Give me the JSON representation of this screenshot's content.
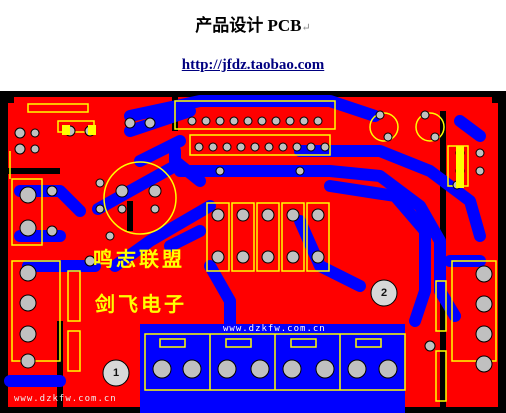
{
  "header": {
    "title": "产品设计 PCB",
    "return_mark": "↵",
    "shop_url": "http://jfdz.taobao.com"
  },
  "board": {
    "silk_line1": "鸣志联盟",
    "silk_line2": "剑飞电子",
    "watermark_center": "www.dzkfw.com.cn",
    "watermark_corner": "www.dzkfw.com.cn",
    "pad1_label": "1",
    "pad2_label": "2"
  },
  "colors": {
    "copper_top": "#ff0000",
    "copper_bottom": "#0000ff",
    "silkscreen": "#ffff00",
    "pad": "#c0c0c0",
    "background": "#000000"
  }
}
